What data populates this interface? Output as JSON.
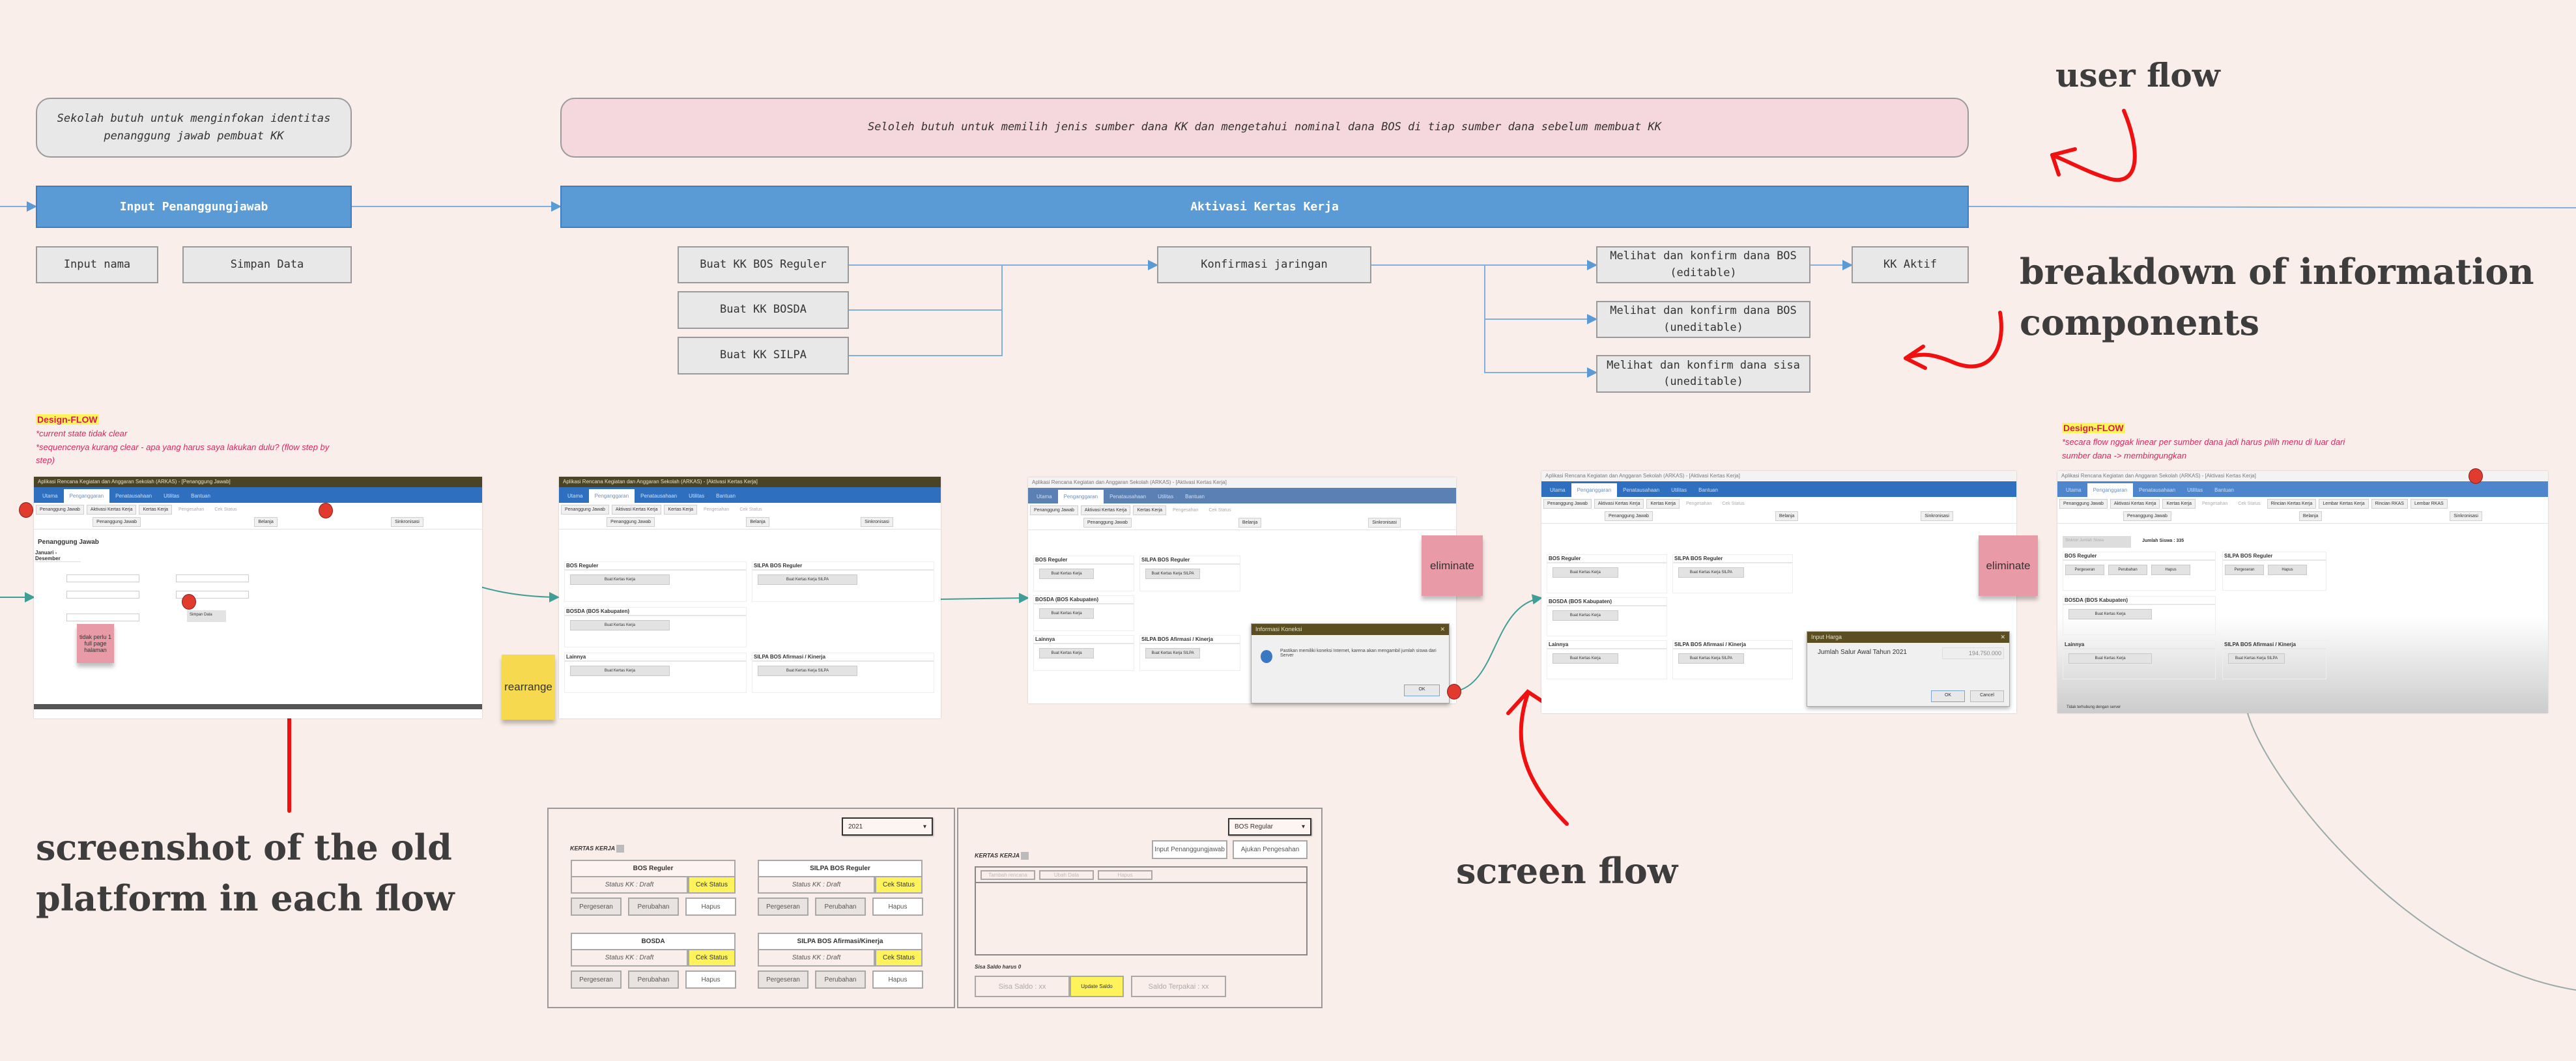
{
  "colors": {
    "background": "#f9eeea",
    "flow_blue": "#5b9bd5",
    "annotation_red": "#ff0000",
    "design_flow_pink": "#e0245e",
    "highlight_yellow": "#fff35c",
    "sticky_pink": "#e89aa6",
    "sticky_yellow": "#f6d94f"
  },
  "notes": {
    "penanggungjawab": "Sekolah butuh untuk menginfokan identitas penanggung jawab pembuat KK",
    "aktivasi": "Seloleh butuh untuk memilih jenis sumber dana KK dan mengetahui nominal dana BOS di tiap sumber dana sebelum membuat KK"
  },
  "flow": {
    "step1": {
      "title": "Input Penanggungjawab",
      "items": [
        "Input nama",
        "Simpan Data"
      ]
    },
    "step2": {
      "title": "Aktivasi Kertas Kerja",
      "create": [
        "Buat KK BOS Reguler",
        "Buat KK BOSDA",
        "Buat KK SILPA"
      ],
      "confirm": "Konfirmasi jaringan",
      "view": [
        "Melihat dan konfirm dana BOS (editable)",
        "Melihat dan konfirm dana BOS (uneditable)",
        "Melihat dan konfirm dana sisa (uneditable)"
      ],
      "result": "KK Aktif"
    }
  },
  "labels": {
    "user_flow": "user flow",
    "breakdown": "breakdown of information components",
    "old_platform": "screenshot of the old platform in each flow",
    "screen_flow": "screen flow"
  },
  "design_flow": [
    {
      "title": "Design-FLOW",
      "lines": [
        "*current state tidak clear",
        "*sequencenya kurang clear - apa yang harus saya lakukan dulu? (flow step by step)"
      ]
    },
    {
      "title": "Design-FLOW",
      "lines": [
        "*secara flow nggak linear per sumber dana jadi harus pilih menu di luar dari sumber dana -> membingungkan"
      ]
    }
  ],
  "stickies": {
    "full_page": "tidak perlu 1 full page halaman",
    "rearrange": "rearrange",
    "eliminate_1": "eliminate",
    "eliminate_2": "eliminate"
  },
  "app": {
    "title_pj": "Aplikasi Rencana Kegiatan dan Anggaran Sekolah (ARKAS) - [Penanggung Jawab]",
    "title": "Aplikasi Rencana Kegiatan dan Anggaran Sekolah (ARKAS) - [Aktivasi Kertas Kerja]",
    "tabs": [
      "Utama",
      "Penganggaran",
      "Penatausahaan",
      "Utilitas",
      "Bantuan"
    ],
    "ribbon": [
      "Penanggung Jawab",
      "Aktivasi Kertas Kerja",
      "Kertas Kerja",
      "Pengesahan",
      "Cek Status"
    ],
    "ribbon_groups": [
      "Penanggung Jawab",
      "Belanja",
      "Sinkronisasi"
    ],
    "ribbon_extra": [
      "Rincian Kertas Kerja",
      "Lembar Kertas Kerja",
      "Rincian RKAS",
      "Lembar RKAS"
    ],
    "pj_form": {
      "heading": "Penanggung Jawab",
      "period_tab": "Januari - Desember",
      "save": "Simpan Data"
    },
    "sections": [
      {
        "name": "BOS Reguler",
        "button": "Buat Kertas Kerja"
      },
      {
        "name": "SILPA BOS Reguler",
        "button": "Buat Kertas Kerja SILPA"
      },
      {
        "name": "BOSDA (BOS Kabupaten)",
        "button": "Buat Kertas Kerja"
      },
      {
        "name": "Lainnya",
        "button": "Buat Kertas Kerja"
      },
      {
        "name": "SILPA BOS Afirmasi / Kinerja",
        "button": "Buat Kertas Kerja SILPA"
      }
    ],
    "dialog_conn": {
      "title": "Informasi Koneksi",
      "message": "Pastikan memiliki koneksi Internet, karena akan mengambil jumlah siswa dari Server",
      "ok": "OK"
    },
    "dialog_harga": {
      "title": "Input Harga",
      "label": "Jumlah Salur Awal Tahun 2021",
      "value": "194.750.000",
      "ok": "OK",
      "cancel": "Cancel"
    },
    "final": {
      "sync": "Sinkron Jumlah Siswa",
      "students": "Jumlah Siswa : 335",
      "actions_bos": [
        "Pergeseran",
        "Perubahan",
        "Hapus"
      ],
      "actions_silpa": [
        "Pergeseran",
        "Hapus"
      ],
      "status": "Tidak terhubung dengan server"
    }
  },
  "wireframe1": {
    "year": "2021",
    "label": "KERTAS KERJA",
    "cards": [
      {
        "name": "BOS Reguler",
        "status": "Status KK : Draft",
        "check": "Cek Status",
        "actions": [
          "Pergeseran",
          "Perubahan",
          "Hapus"
        ]
      },
      {
        "name": "SILPA BOS Reguler",
        "status": "Status KK : Draft",
        "check": "Cek Status",
        "actions": [
          "Pergeseran",
          "Perubahan",
          "Hapus"
        ]
      },
      {
        "name": "BOSDA",
        "status": "Status KK : Draft",
        "check": "Cek Status",
        "actions": [
          "Pergeseran",
          "Perubahan",
          "Hapus"
        ]
      },
      {
        "name": "SILPA BOS Afirmasi/Kinerja",
        "status": "Status KK : Draft",
        "check": "Cek Status",
        "actions": [
          "Pergeseran",
          "Perubahan",
          "Hapus"
        ]
      }
    ]
  },
  "wireframe2": {
    "source": "BOS Regular",
    "input_pj": "Input Penanggungjawab",
    "submit": "Ajukan Pengesahan",
    "label": "KERTAS KERJA",
    "toolbar": [
      "Tambah rencana",
      "Ubah Data",
      "Hapus"
    ],
    "saldo_note": "Sisa Saldo harus 0",
    "sisa": "Sisa Saldo : xx",
    "update": "Update Saldo",
    "terpakai": "Saldo Terpakai : xx"
  }
}
